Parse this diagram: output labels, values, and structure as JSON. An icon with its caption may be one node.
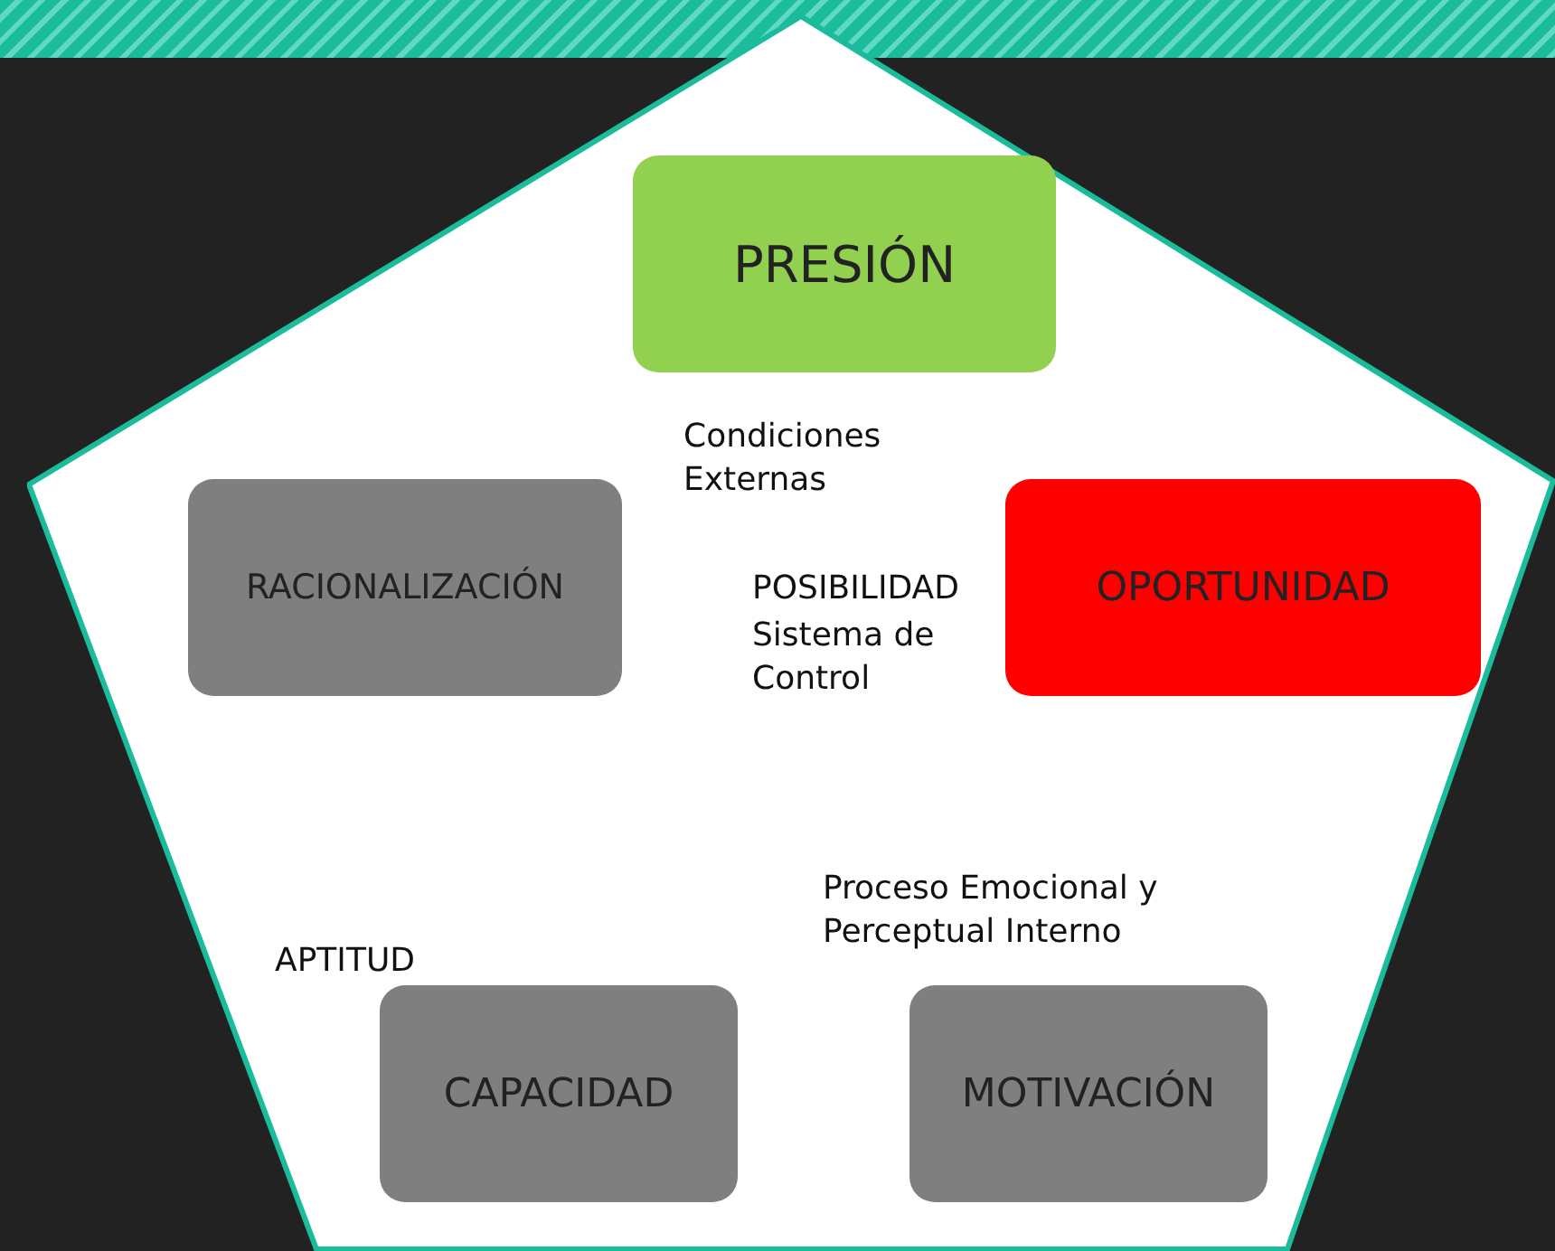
{
  "diagram": {
    "nodes": [
      {
        "text": [],
        "shape": "pentagon"
      },
      {
        "text": [
          "PRESIÓN"
        ],
        "in": 0,
        "beside": [
          "Condiciones Externas"
        ]
      },
      {
        "text": [
          "RACIONALIZACIÓN"
        ],
        "in": 0
      },
      {
        "text": [
          "OPORTUNIDAD"
        ],
        "in": 0,
        "beside": [
          "POSIBILIDAD",
          "Sistema de Control"
        ]
      },
      {
        "text": [
          "CAPACIDAD"
        ],
        "in": 0,
        "beside": [
          "APTITUD"
        ]
      },
      {
        "text": [
          "MOTIVACIÓN"
        ],
        "in": 0,
        "beside": [
          "Proceso Emocional y Perceptual Interno"
        ]
      }
    ],
    "edges": []
  }
}
